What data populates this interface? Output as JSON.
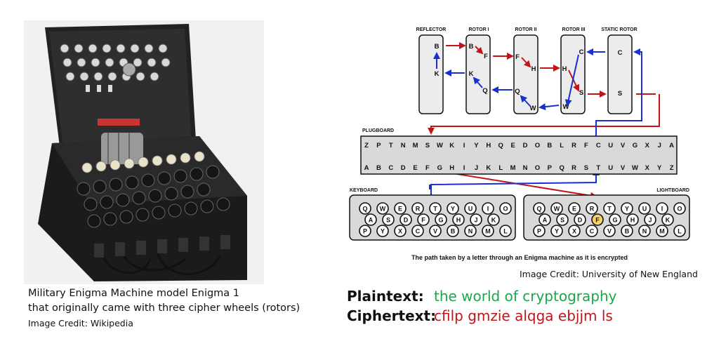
{
  "left_caption": {
    "line1": "Military Enigma Machine model Enigma 1",
    "line2": "that originally came with three cipher wheels (rotors)",
    "credit": "Image Credit: Wikipedia"
  },
  "diagram": {
    "headers": {
      "reflector": "REFLECTOR",
      "rotor1": "ROTOR I",
      "rotor2": "ROTOR II",
      "rotor3": "ROTOR III",
      "static": "STATIC ROTOR",
      "plugboard": "PLUGBOARD",
      "keyboard": "KEYBOARD",
      "lightboard": "LIGHTBOARD"
    },
    "reflector_letters": [
      "B",
      "K"
    ],
    "rotor1_letters": [
      "B",
      "F",
      "K",
      "Q"
    ],
    "rotor2_letters": [
      "F",
      "H",
      "Q",
      "W"
    ],
    "rotor3_letters": [
      "H",
      "S",
      "C",
      "W"
    ],
    "static_letters": [
      "C",
      "S"
    ],
    "plugboard_top": [
      "Z",
      "P",
      "T",
      "N",
      "M",
      "S",
      "W",
      "K",
      "I",
      "Y",
      "H",
      "Q",
      "E",
      "D",
      "O",
      "B",
      "L",
      "R",
      "F",
      "C",
      "U",
      "V",
      "G",
      "X",
      "J",
      "A"
    ],
    "plugboard_bottom": [
      "A",
      "B",
      "C",
      "D",
      "E",
      "F",
      "G",
      "H",
      "I",
      "J",
      "K",
      "L",
      "M",
      "N",
      "O",
      "P",
      "Q",
      "R",
      "S",
      "T",
      "U",
      "V",
      "W",
      "X",
      "Y",
      "Z"
    ],
    "key_rows": [
      [
        "Q",
        "W",
        "E",
        "R",
        "T",
        "Y",
        "U",
        "I",
        "O"
      ],
      [
        "A",
        "S",
        "D",
        "F",
        "G",
        "H",
        "J",
        "K"
      ],
      [
        "P",
        "Y",
        "X",
        "C",
        "V",
        "B",
        "N",
        "M",
        "L"
      ]
    ],
    "highlight_lamp": "F",
    "caption": "The path taken by a letter through an Enigma machine as it is encrypted",
    "colors": {
      "forward": "#c0161a",
      "return": "#1a2fd0"
    }
  },
  "diagram_credit": "Image Credit: University of New England",
  "plaintext": {
    "label": "Plaintext:",
    "value": "the world of cryptography",
    "color": "#1fa44a"
  },
  "ciphertext": {
    "label": "Ciphertext:",
    "value": "cfilp gmzie alqga ebjjm ls",
    "color": "#c0161a"
  }
}
